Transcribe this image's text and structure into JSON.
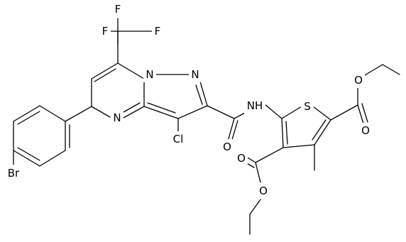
{
  "molecule": {
    "atom_labels": {
      "F_top": "F",
      "F_left": "F",
      "F_right": "F",
      "N1": "N",
      "N2": "N",
      "N3": "N",
      "Br": "Br",
      "Cl": "Cl",
      "O_amide": "O",
      "NH": "NH",
      "S": "S",
      "O_ester1_single": "O",
      "O_ester1_double": "O",
      "O_ester2_double": "O",
      "O_ester2_single": "O"
    }
  },
  "colors": {
    "bond": "#000000",
    "label": "#000000",
    "background": "#ffffff"
  }
}
